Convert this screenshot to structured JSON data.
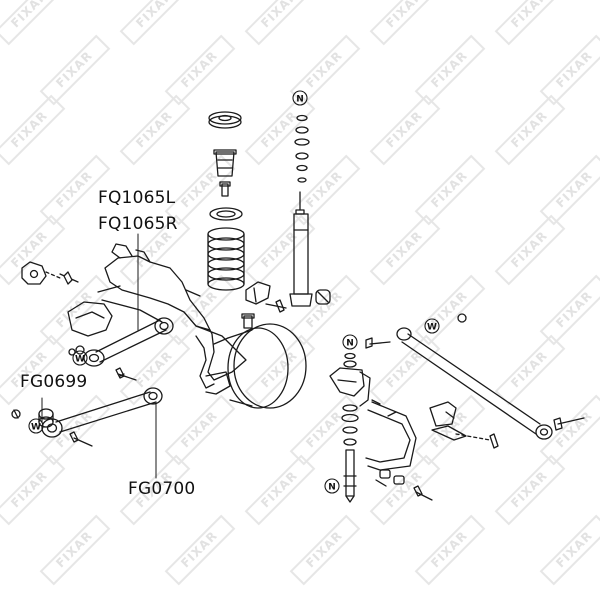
{
  "diagram": {
    "callouts": {
      "fq1065l": "FQ1065L",
      "fq1065r": "FQ1065R",
      "fg0699": "FG0699",
      "fg0700": "FG0700"
    },
    "part_markers": {
      "nut_symbol": "N",
      "washer_symbol": "W"
    },
    "watermark": {
      "brand": "FIXAR"
    }
  }
}
